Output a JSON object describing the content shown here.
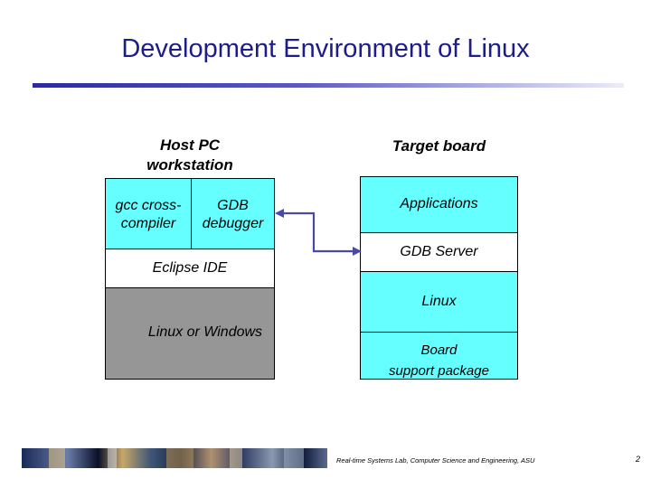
{
  "slide": {
    "title": "Development Environment of Linux",
    "host": {
      "title_line1": "Host  PC",
      "title_line2": "workstation",
      "gcc_line1": "gcc cross-",
      "gcc_line2": "compiler",
      "gdb_line1": "GDB",
      "gdb_line2": "debugger",
      "eclipse": "Eclipse IDE",
      "os": "Linux or Windows"
    },
    "target": {
      "title": "Target board",
      "applications": "Applications",
      "gdb_server": "GDB Server",
      "linux": "Linux",
      "bsp_line1": "Board",
      "bsp_line2": "support package"
    },
    "footer": {
      "text": "Real-time Systems Lab, Computer Science and Engineering, ASU",
      "page": "2"
    },
    "colors": {
      "title": "#1c1c8a",
      "cyan": "#66ffff",
      "gray": "#969696",
      "arrow": "#4a4aa6"
    }
  }
}
